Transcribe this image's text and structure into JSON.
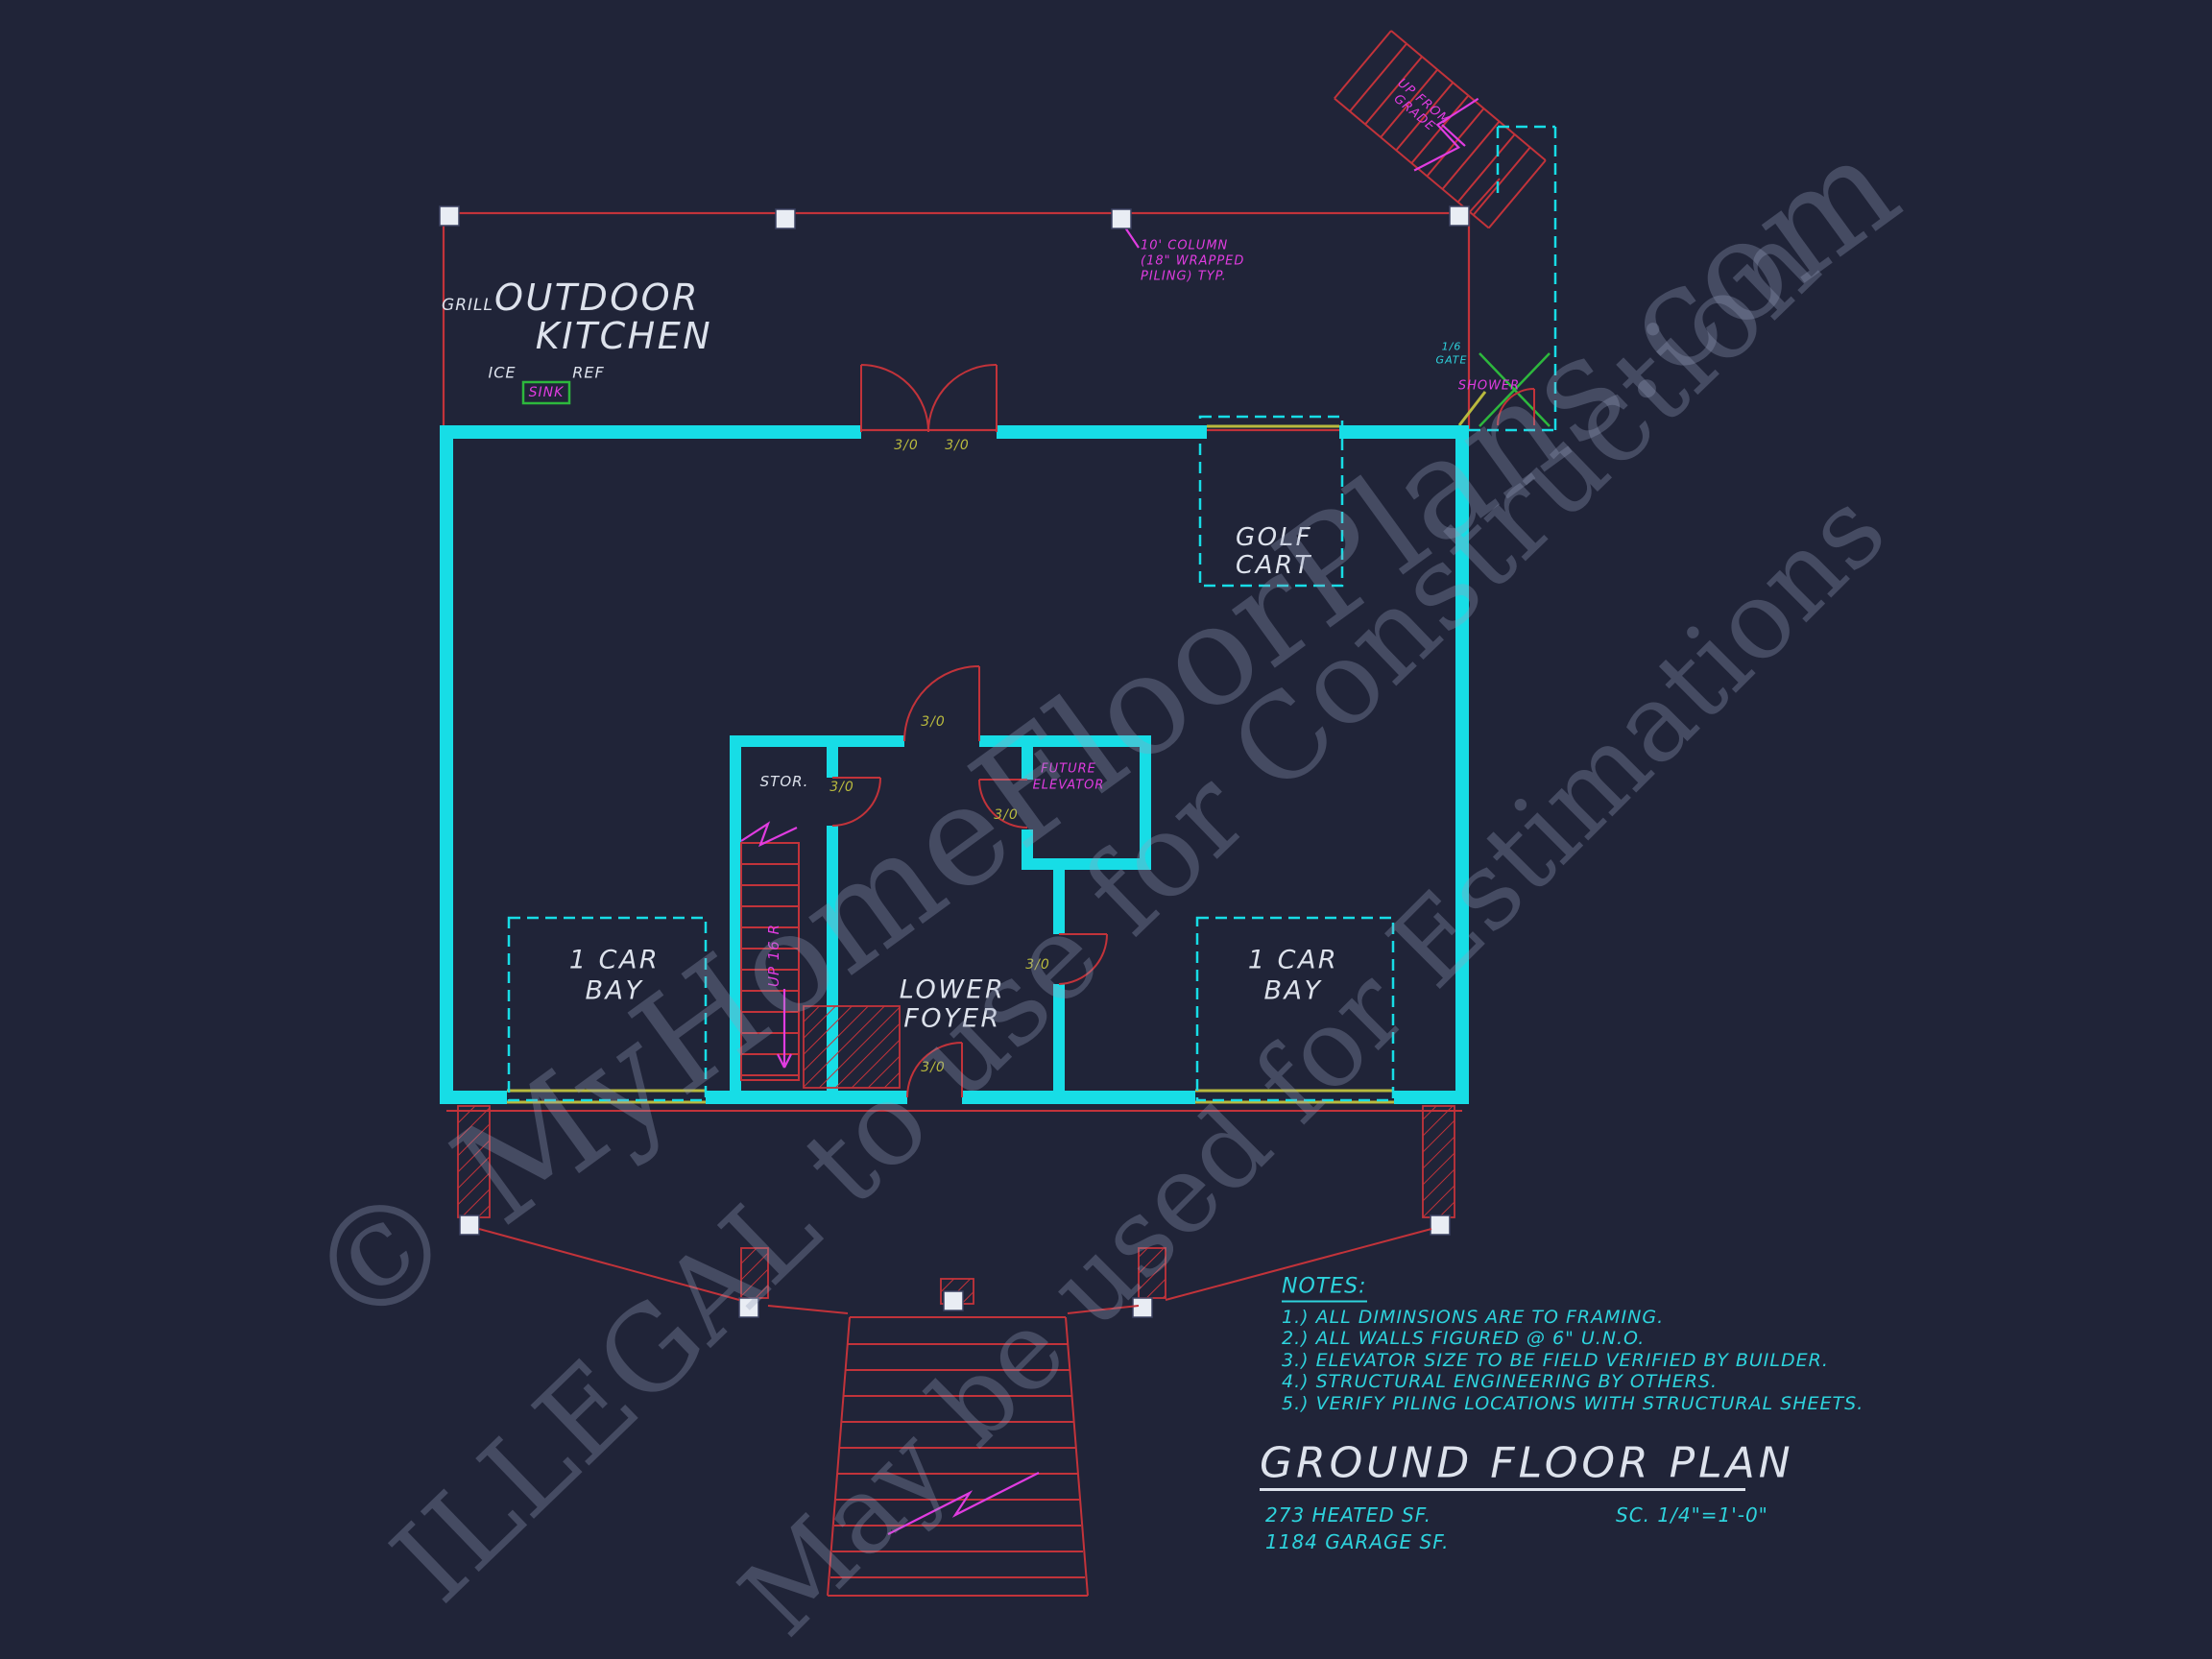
{
  "page": {
    "background": "#202438"
  },
  "colors": {
    "background": "#202438",
    "wall_cyan": "#17dde6",
    "line_red": "#c2333a",
    "magenta": "#e03ce0",
    "yellow": "#b9ba3e",
    "green": "#2db83d",
    "white": "#dde2ec",
    "notes_cyan": "#2ed3dd",
    "watermark": "rgba(150,160,186,0.32)"
  },
  "watermarks": [
    {
      "text": "© MyHomeFloorPlans.com"
    },
    {
      "text": "ILLEGAL to use for Construction"
    },
    {
      "text": "May be used for Estimations"
    }
  ],
  "labels": {
    "outdoor_kitchen_1": "OUTDOOR",
    "outdoor_kitchen_2": "KITCHEN",
    "grill": "GRILL",
    "ice": "ICE",
    "ref": "REF",
    "sink": "SINK",
    "column_note_1": "10' COLUMN",
    "column_note_2": "(18\" WRAPPED",
    "column_note_3": "PILING) TYP.",
    "up_from_grade_1": "UP FROM",
    "up_from_grade_2": "GRADE",
    "gate_1": "1/6",
    "gate_2": "GATE",
    "shower": "SHOWER",
    "golf_cart_1": "GOLF",
    "golf_cart_2": "CART",
    "door_size": "3/0",
    "stor": "STOR.",
    "future_elevator_1": "FUTURE",
    "future_elevator_2": "ELEVATOR",
    "up_16_r": "UP 16 R",
    "lower_foyer_1": "LOWER",
    "lower_foyer_2": "FOYER",
    "car_bay_1": "1 CAR",
    "car_bay_2": "BAY"
  },
  "notes": {
    "heading": "NOTES:",
    "items": [
      "1.) ALL DIMINSIONS ARE TO FRAMING.",
      "2.) ALL WALLS FIGURED @ 6\" U.N.O.",
      "3.) ELEVATOR SIZE TO BE FIELD VERIFIED BY BUILDER.",
      "4.) STRUCTURAL ENGINEERING BY OTHERS.",
      "5.) VERIFY PILING LOCATIONS WITH STRUCTURAL SHEETS."
    ]
  },
  "title_block": {
    "title": "GROUND FLOOR PLAN",
    "heated_sf": "273 HEATED SF.",
    "garage_sf": "1184 GARAGE SF.",
    "scale": "SC. 1/4\"=1'-0\""
  }
}
